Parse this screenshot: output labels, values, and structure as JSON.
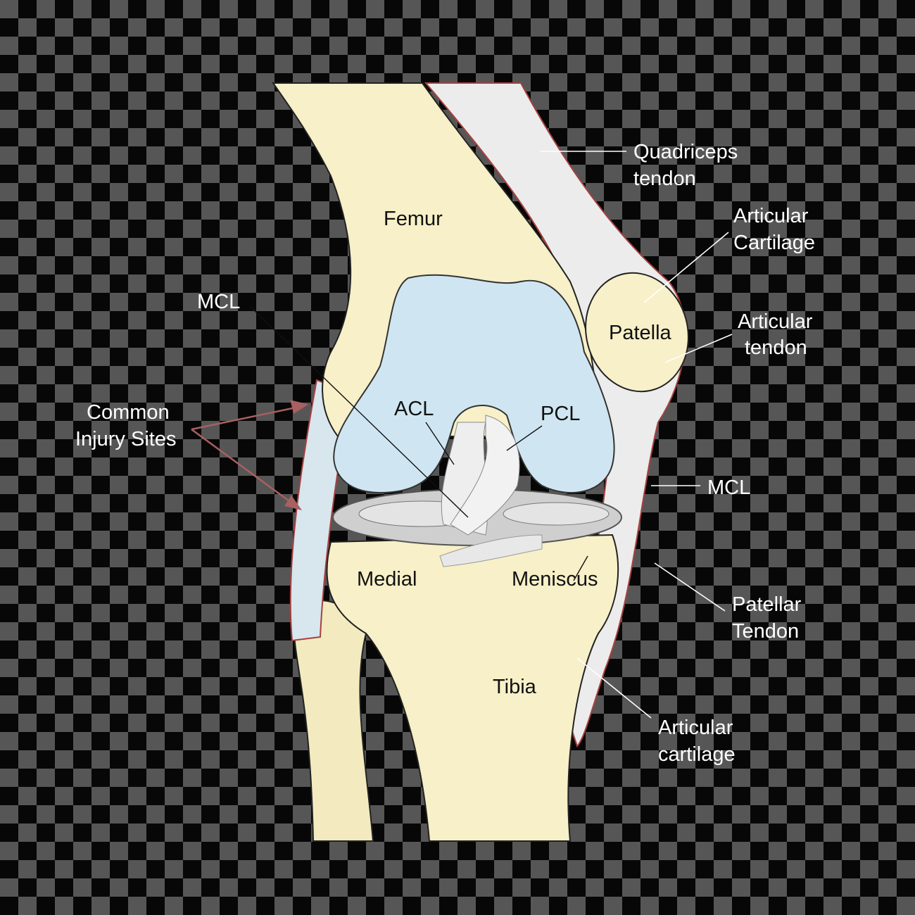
{
  "colors": {
    "bone": "#f7f0c8",
    "cartilage": "#cfe6f2",
    "ligament": "#eeeeee",
    "outline": "#a84040",
    "checker_light": "#565656",
    "checker_dark": "#070707",
    "arrow": "#a86060"
  },
  "labels": {
    "femur": "Femur",
    "quadriceps": [
      "Quadriceps",
      "tendon"
    ],
    "articular_cartilage_top": [
      "Articular",
      "Cartilage"
    ],
    "patella": "Patella",
    "articular_tendon": [
      "Articular",
      "tendon"
    ],
    "mcl_left": "MCL",
    "mcl_right": "MCL",
    "acl": "ACL",
    "pcl": "PCL",
    "common_injury": [
      "Common",
      "Injury Sites"
    ],
    "medial": "Medial",
    "meniscus": "Meniscus",
    "patellar_tendon": [
      "Patellar",
      "Tendon"
    ],
    "tibia": "Tibia",
    "articular_cartilage_bottom": [
      "Articular",
      "cartilage"
    ]
  }
}
